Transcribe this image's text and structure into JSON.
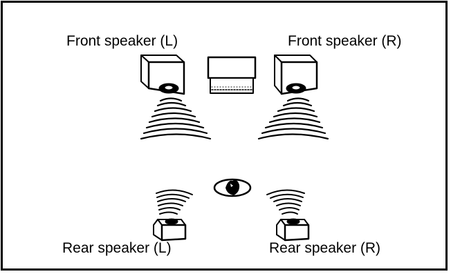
{
  "labels": {
    "front_left": "Front speaker (L)",
    "front_right": "Front speaker (R)",
    "rear_left": "Rear speaker (L)",
    "rear_right": "Rear speaker (R)"
  },
  "colors": {
    "ink": "#000000",
    "background": "#ffffff"
  }
}
